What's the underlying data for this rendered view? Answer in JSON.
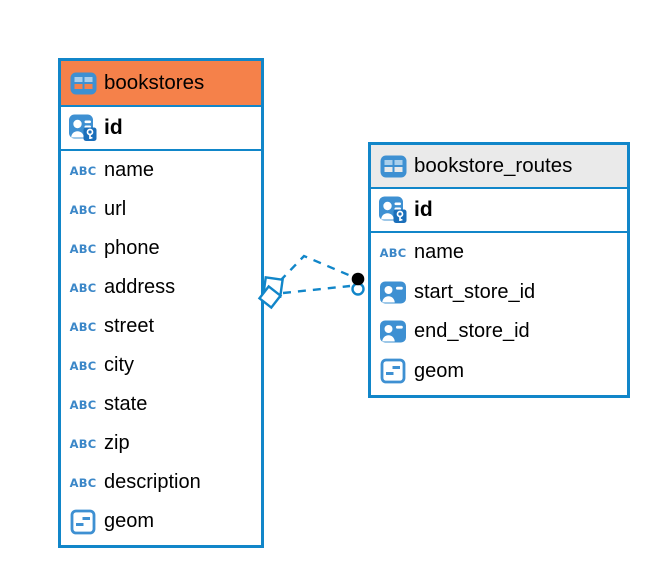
{
  "diagram": {
    "icons": {
      "text_type_glyph": "ABC"
    },
    "colors": {
      "border_blue": "#1186C9",
      "icon_blue": "#3E90D2",
      "icon_cell_light_blue": "#A9CFEC",
      "key_badge_blue": "#1B6FBA",
      "bookstores_header_orange": "#F5814A",
      "routes_header_gray": "#EAEAEA",
      "line_black": "#000000"
    },
    "tables": [
      {
        "name": "bookstores",
        "header_bg": "#F5814A",
        "pk": {
          "name": "id"
        },
        "columns": [
          {
            "name": "name",
            "type": "text"
          },
          {
            "name": "url",
            "type": "text"
          },
          {
            "name": "phone",
            "type": "text"
          },
          {
            "name": "address",
            "type": "text"
          },
          {
            "name": "street",
            "type": "text"
          },
          {
            "name": "city",
            "type": "text"
          },
          {
            "name": "state",
            "type": "text"
          },
          {
            "name": "zip",
            "type": "text"
          },
          {
            "name": "description",
            "type": "text"
          },
          {
            "name": "geom",
            "type": "geometry"
          }
        ]
      },
      {
        "name": "bookstore_routes",
        "header_bg": "#EAEAEA",
        "pk": {
          "name": "id"
        },
        "columns": [
          {
            "name": "name",
            "type": "text"
          },
          {
            "name": "start_store_id",
            "type": "foreign-key"
          },
          {
            "name": "end_store_id",
            "type": "foreign-key"
          },
          {
            "name": "geom",
            "type": "geometry"
          }
        ]
      }
    ],
    "relationships": [
      {
        "from": "bookstores",
        "to": "bookstore_routes",
        "line_style": "dashed",
        "left_end": "diamond",
        "right_end": "dot"
      },
      {
        "from": "bookstores",
        "to": "bookstore_routes",
        "line_style": "dashed",
        "left_end": "diamond",
        "right_end": "dot"
      }
    ]
  }
}
